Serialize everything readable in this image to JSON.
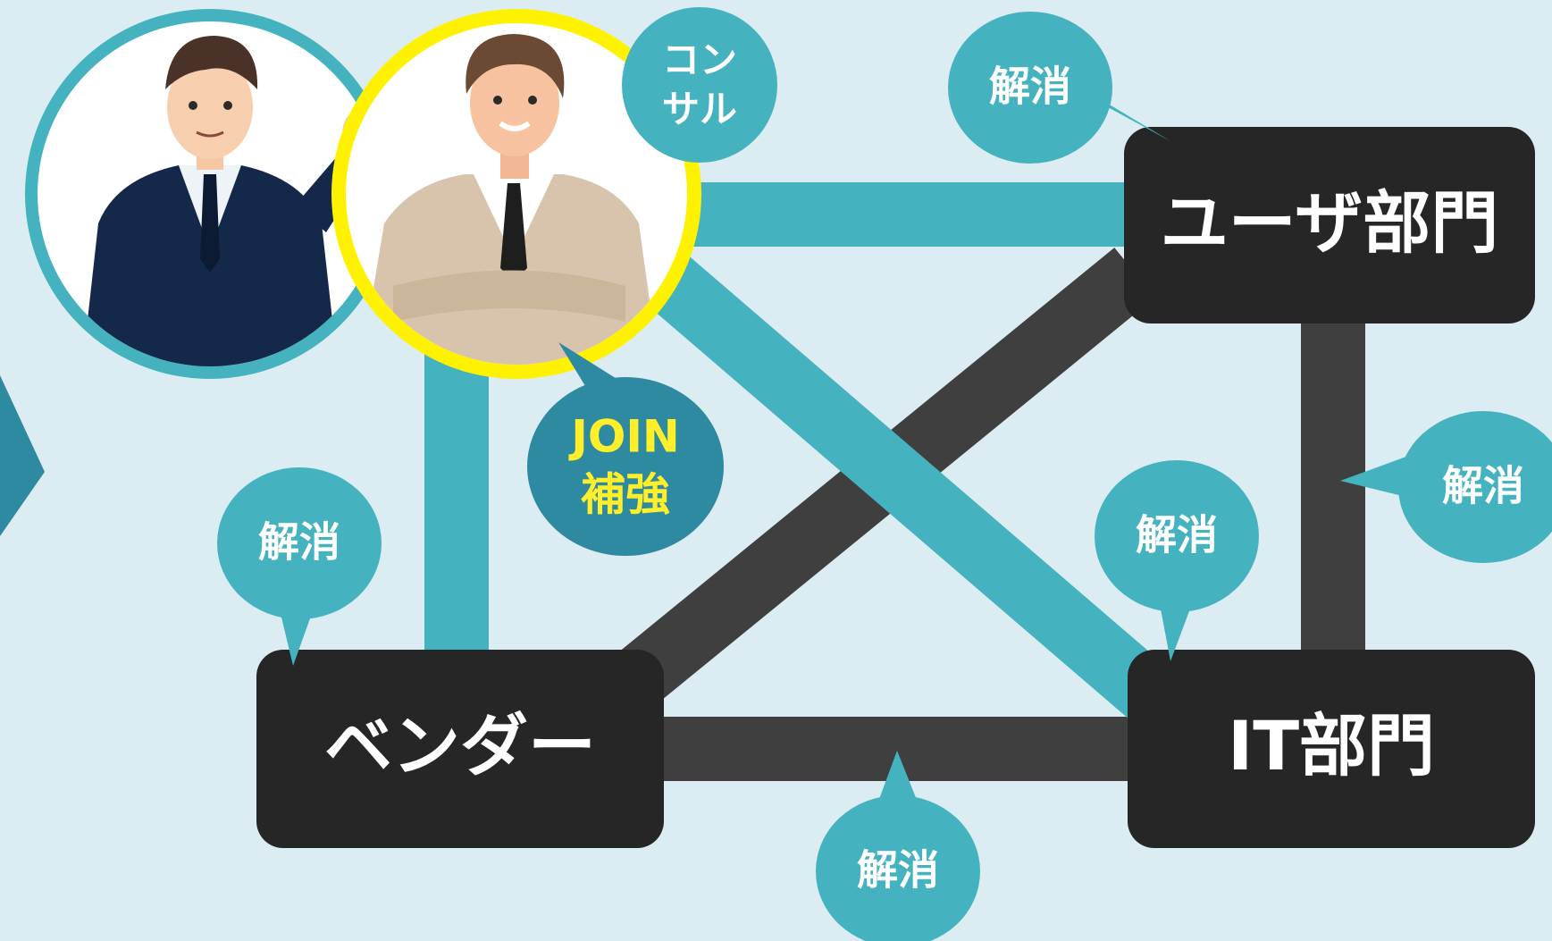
{
  "nodes": {
    "user": "ユーザ部門",
    "it": "IT部門",
    "vendor": "ベンダー"
  },
  "bubbles": {
    "consul_line1": "コン",
    "consul_line2": "サル",
    "join_line1": "JOIN",
    "join_line2": "補強",
    "resolve": "解消"
  },
  "colors": {
    "background": "#dcecf3",
    "teal": "#45b3bf",
    "dark_teal": "#2e8aa0",
    "dark_link": "#3f3f3f",
    "node_box": "#262626",
    "highlight_yellow": "#fff200"
  }
}
